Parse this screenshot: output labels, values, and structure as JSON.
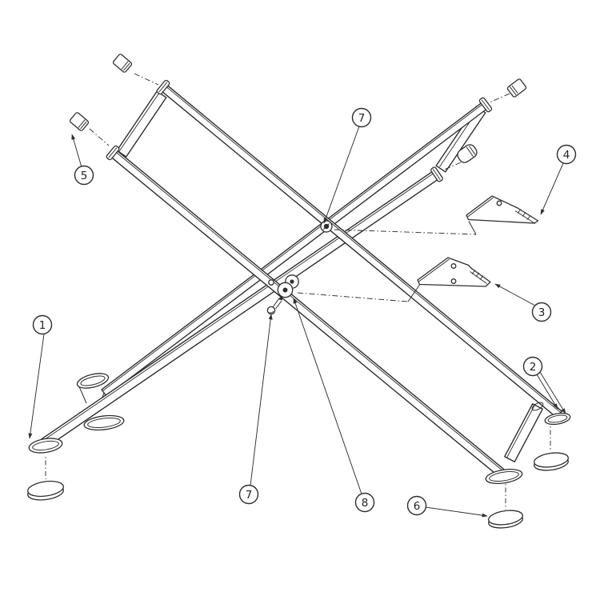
{
  "figure": {
    "background": "#ffffff",
    "line_color": "#2e2e2e",
    "type": "exploded-parts-diagram"
  },
  "callouts": [
    {
      "label": "5"
    },
    {
      "label": "7"
    },
    {
      "label": "4"
    },
    {
      "label": "3"
    },
    {
      "label": "1"
    },
    {
      "label": "2"
    },
    {
      "label": "6"
    },
    {
      "label": "8"
    },
    {
      "label": "7"
    }
  ]
}
